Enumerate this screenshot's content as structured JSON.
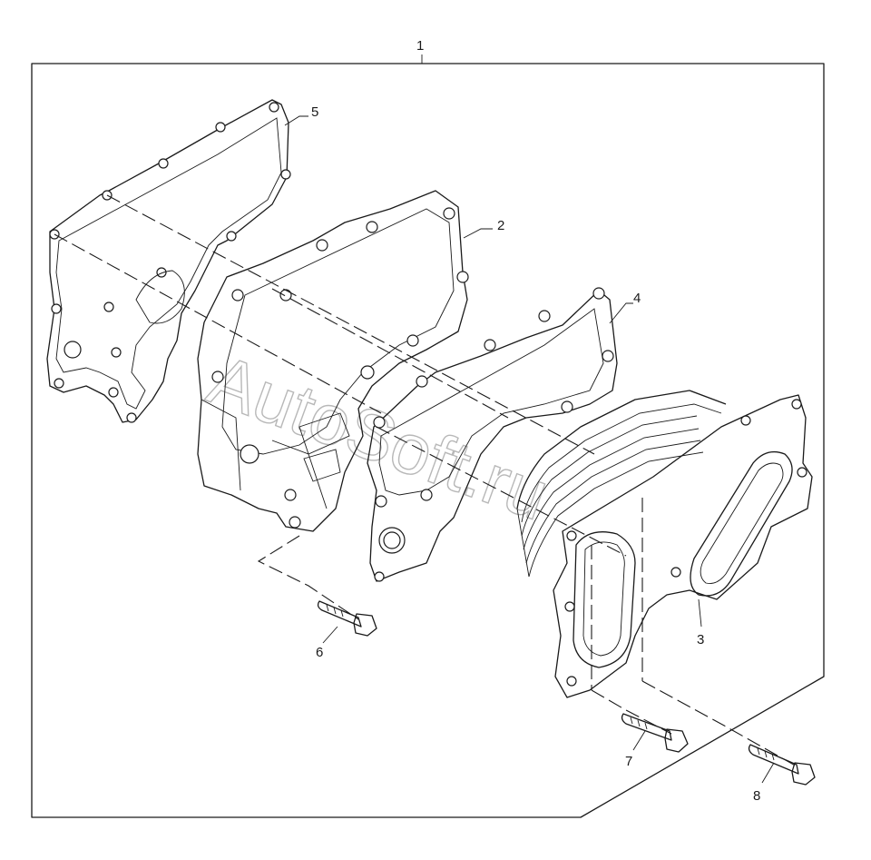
{
  "diagram": {
    "callouts": {
      "c1": "1",
      "c2": "2",
      "c3": "3",
      "c4": "4",
      "c5": "5",
      "c6": "6",
      "c7": "7",
      "c8": "8"
    },
    "watermark": "AutoSoft.ru"
  }
}
